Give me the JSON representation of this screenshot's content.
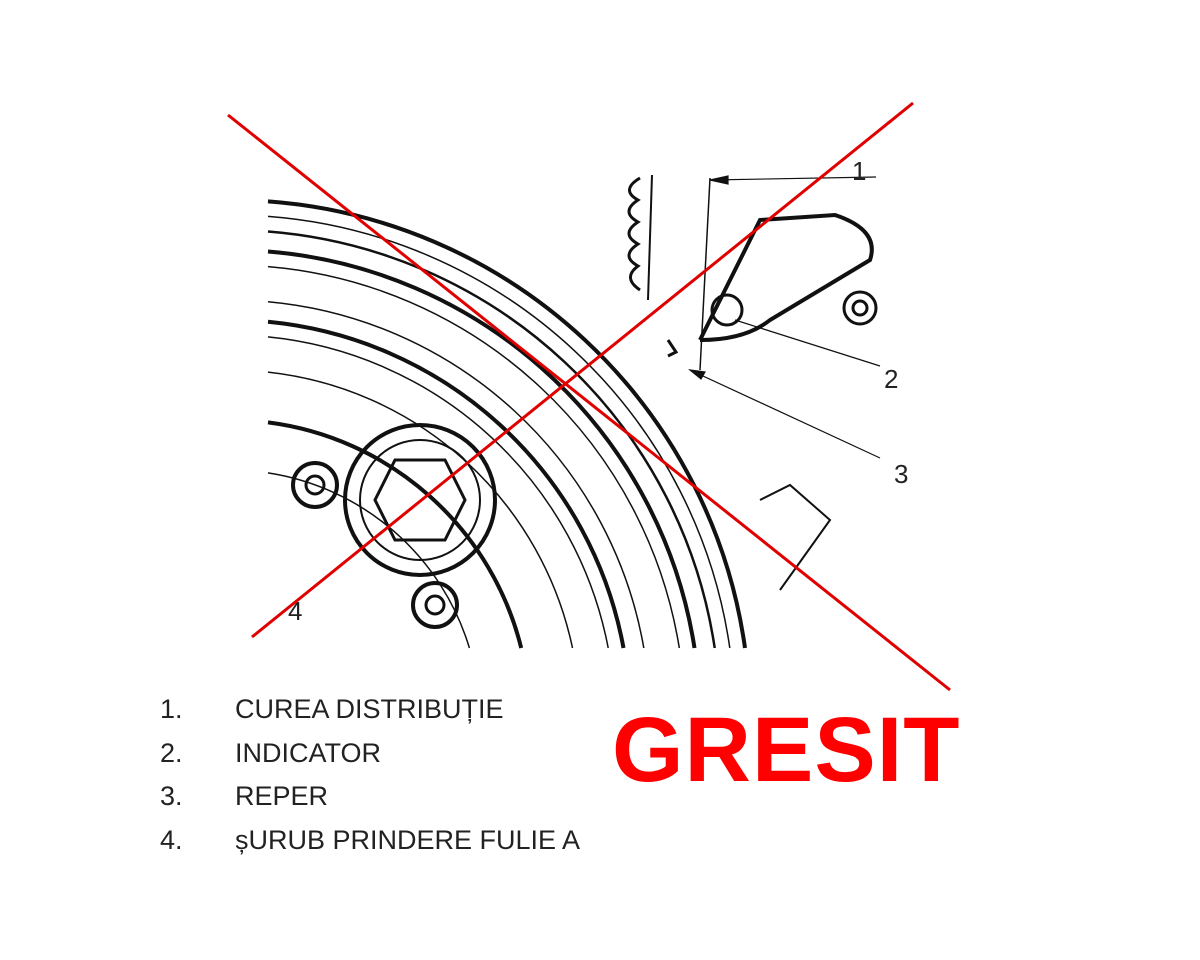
{
  "diagram": {
    "callouts": [
      "1",
      "2",
      "3",
      "4"
    ],
    "legend": [
      {
        "num": "1.",
        "label": "CUREA DISTRIBUȚIE"
      },
      {
        "num": "2.",
        "label": "INDICATOR"
      },
      {
        "num": "3.",
        "label": "REPER"
      },
      {
        "num": "4.",
        "label": "șURUB PRINDERE FULIE A"
      }
    ],
    "stamp": "GRESIT",
    "colors": {
      "cross": "#e00000",
      "stamp": "#ff0000",
      "line": "#111111"
    }
  }
}
